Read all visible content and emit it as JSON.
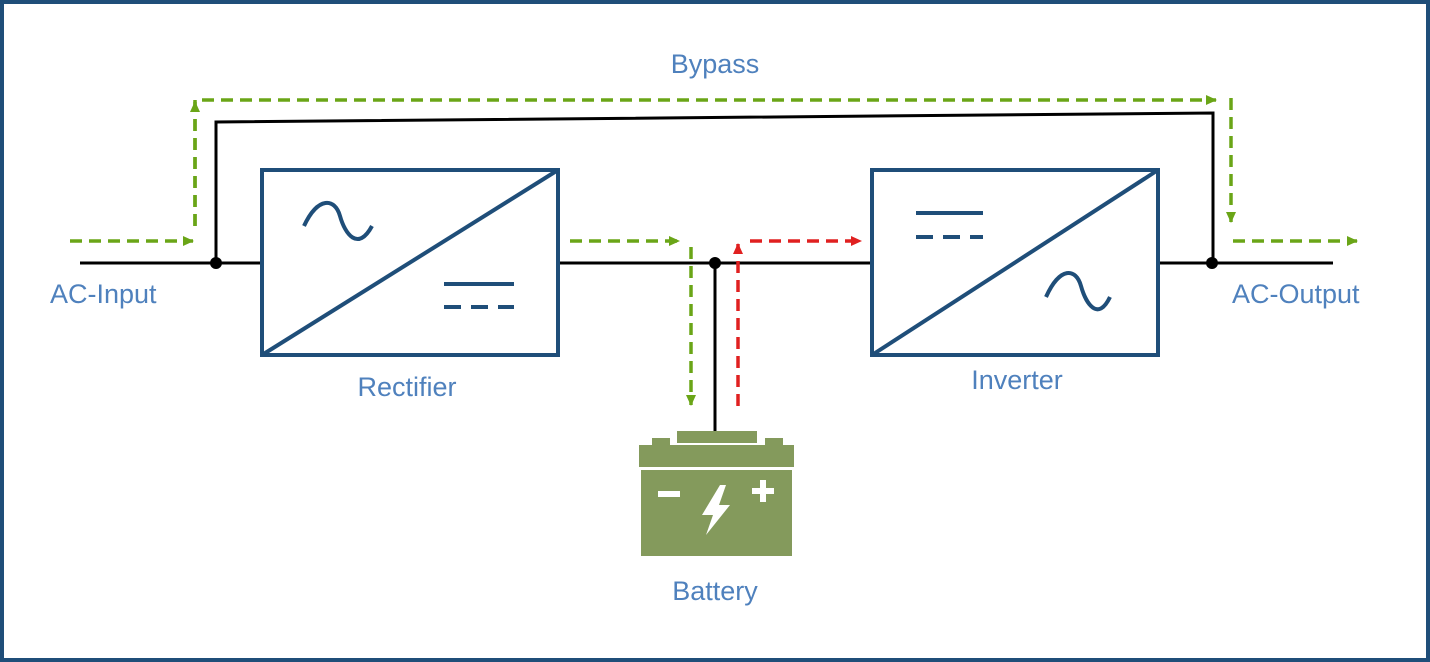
{
  "labels": {
    "ac_input": "AC-Input",
    "ac_output": "AC-Output",
    "bypass": "Bypass",
    "rectifier": "Rectifier",
    "inverter": "Inverter",
    "battery": "Battery"
  },
  "colors": {
    "frame_border": "#1f4e79",
    "block_border": "#1f4e79",
    "label_text": "#4f81bd",
    "wire": "#000000",
    "normal_flow": "#6aa517",
    "battery_flow": "#e02020",
    "battery_body": "#849a5c",
    "battery_symbols": "#ffffff"
  },
  "icons": [
    "ac-sine-icon",
    "dc-lines-icon",
    "battery-icon",
    "lightning-icon"
  ]
}
